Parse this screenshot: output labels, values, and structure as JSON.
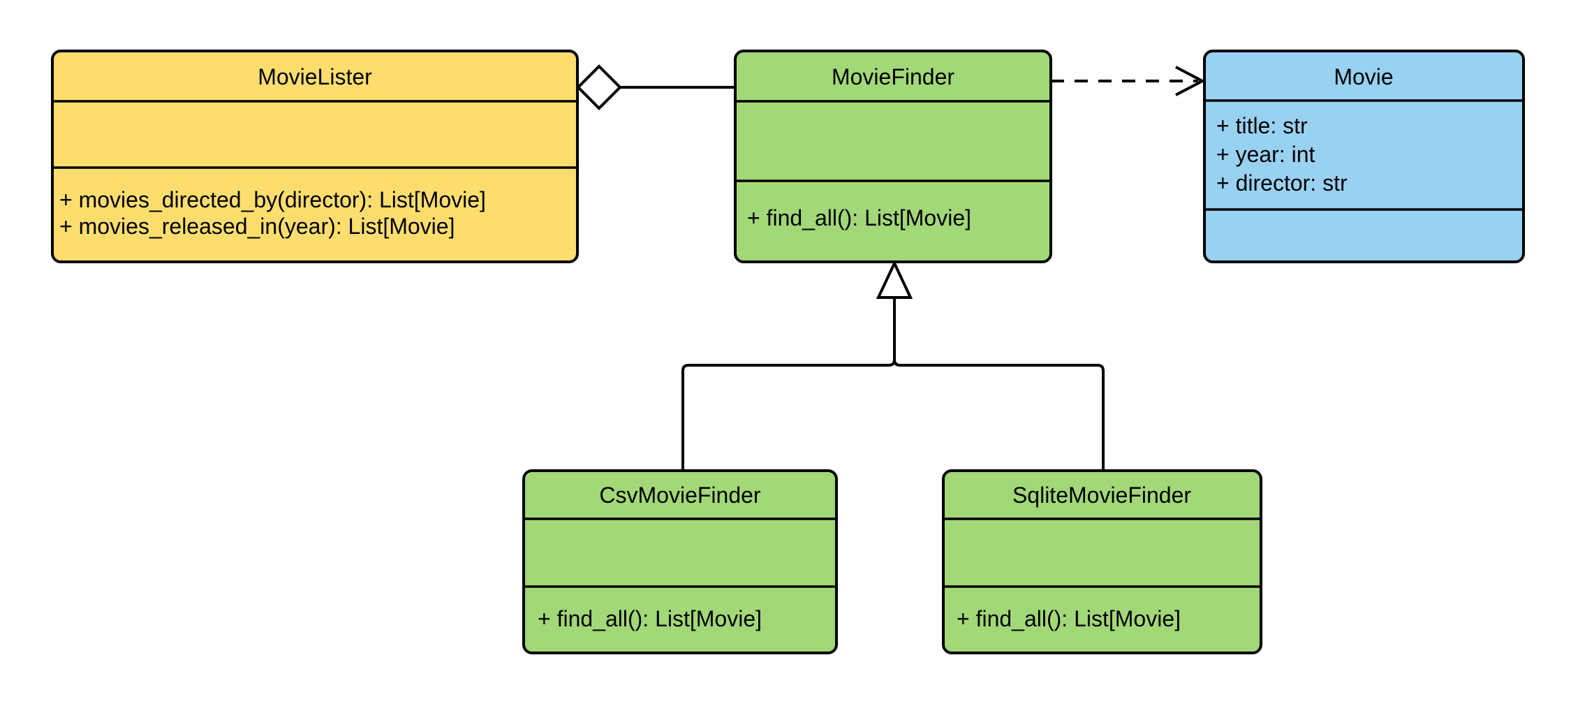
{
  "diagram": {
    "type": "uml-class-diagram",
    "background_color": "#FFFFFF",
    "line_color": "#000000",
    "classes": [
      {
        "name": "MovieLister",
        "fill": "#FDDD6E",
        "attributes": [],
        "methods": [
          "+ movies_directed_by(director): List[Movie]",
          "+ movies_released_in(year): List[Movie]"
        ]
      },
      {
        "name": "MovieFinder",
        "fill": "#A2D878",
        "attributes": [],
        "methods": [
          "+ find_all(): List[Movie]"
        ]
      },
      {
        "name": "Movie",
        "fill": "#99D1F1",
        "attributes": [
          "+ title: str",
          "+ year: int",
          "+ director: str"
        ],
        "methods": []
      },
      {
        "name": "CsvMovieFinder",
        "fill": "#A2D878",
        "attributes": [],
        "methods": [
          "+ find_all(): List[Movie]"
        ]
      },
      {
        "name": "SqliteMovieFinder",
        "fill": "#A2D878",
        "attributes": [],
        "methods": [
          "+ find_all(): List[Movie]"
        ]
      }
    ],
    "relationships": [
      {
        "type": "aggregation",
        "owner": "MovieLister",
        "part": "MovieFinder",
        "marker": "hollow-diamond"
      },
      {
        "type": "dependency",
        "from": "MovieFinder",
        "to": "Movie",
        "style": "dashed",
        "marker": "open-arrow"
      },
      {
        "type": "generalization",
        "child": "CsvMovieFinder",
        "parent": "MovieFinder",
        "marker": "hollow-triangle"
      },
      {
        "type": "generalization",
        "child": "SqliteMovieFinder",
        "parent": "MovieFinder",
        "marker": "hollow-triangle"
      }
    ]
  }
}
